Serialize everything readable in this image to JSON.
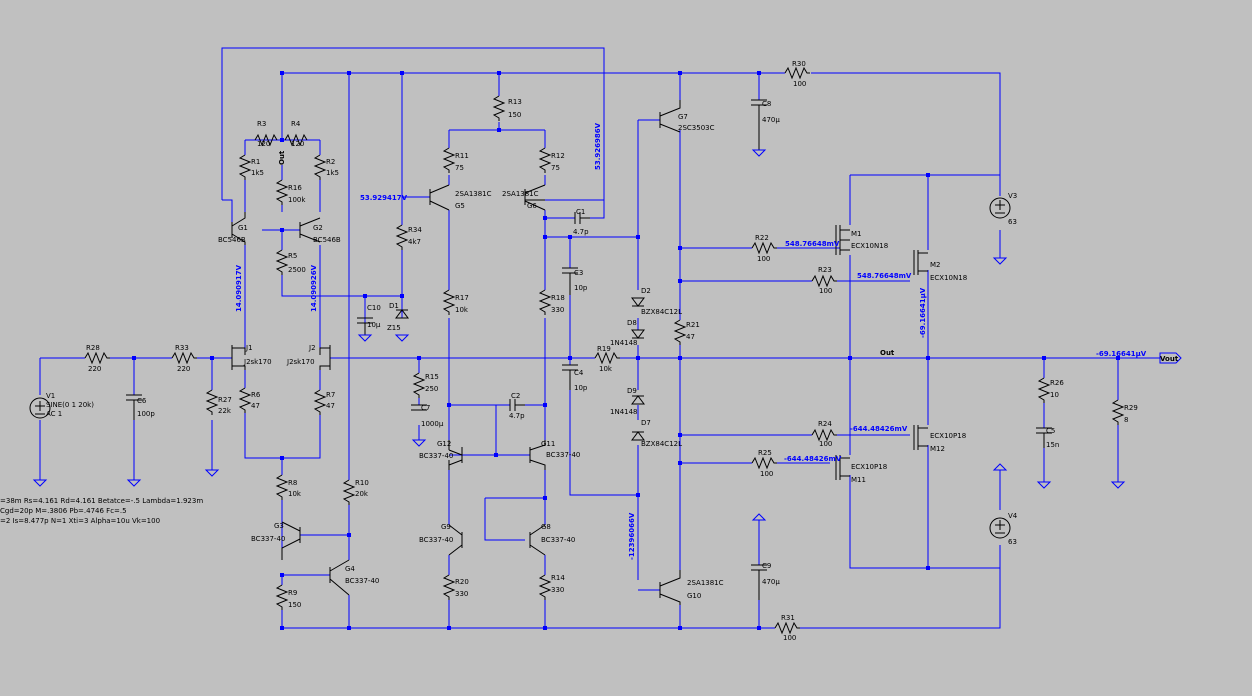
{
  "schematic": {
    "resistors": [
      {
        "ref": "R1",
        "value": "1k5"
      },
      {
        "ref": "R2",
        "value": "1k5"
      },
      {
        "ref": "R3",
        "value": "120"
      },
      {
        "ref": "R4",
        "value": "120"
      },
      {
        "ref": "R5",
        "value": "2500"
      },
      {
        "ref": "R6",
        "value": "47"
      },
      {
        "ref": "R7",
        "value": "47"
      },
      {
        "ref": "R8",
        "value": "10k"
      },
      {
        "ref": "R9",
        "value": "150"
      },
      {
        "ref": "R10",
        "value": "20k"
      },
      {
        "ref": "R11",
        "value": "75"
      },
      {
        "ref": "R12",
        "value": "75"
      },
      {
        "ref": "R13",
        "value": "150"
      },
      {
        "ref": "R14",
        "value": "330"
      },
      {
        "ref": "R15",
        "value": "250"
      },
      {
        "ref": "R16",
        "value": "100k"
      },
      {
        "ref": "R17",
        "value": "10k"
      },
      {
        "ref": "R18",
        "value": "330"
      },
      {
        "ref": "R19",
        "value": "10k"
      },
      {
        "ref": "R20",
        "value": "330"
      },
      {
        "ref": "R21",
        "value": "47"
      },
      {
        "ref": "R22",
        "value": "100"
      },
      {
        "ref": "R23",
        "value": "100"
      },
      {
        "ref": "R24",
        "value": "100"
      },
      {
        "ref": "R25",
        "value": "100"
      },
      {
        "ref": "R26",
        "value": "10"
      },
      {
        "ref": "R27",
        "value": "22k"
      },
      {
        "ref": "R28",
        "value": "220"
      },
      {
        "ref": "R29",
        "value": "8"
      },
      {
        "ref": "R30",
        "value": "100"
      },
      {
        "ref": "R31",
        "value": "100"
      },
      {
        "ref": "R33",
        "value": "220"
      },
      {
        "ref": "R34",
        "value": "4k7"
      }
    ],
    "capacitors": [
      {
        "ref": "C1",
        "value": "4.7p"
      },
      {
        "ref": "C2",
        "value": "4.7p"
      },
      {
        "ref": "C3",
        "value": "10p"
      },
      {
        "ref": "C4",
        "value": "10p"
      },
      {
        "ref": "C5",
        "value": "15n"
      },
      {
        "ref": "C6",
        "value": "100p"
      },
      {
        "ref": "C7",
        "value": "1000µ"
      },
      {
        "ref": "C8",
        "value": "470µ"
      },
      {
        "ref": "C9",
        "value": "470µ"
      },
      {
        "ref": "C10",
        "value": "10µ"
      }
    ],
    "diodes": [
      {
        "ref": "D1",
        "value": "Z15"
      },
      {
        "ref": "D2",
        "value": "BZX84C12L"
      },
      {
        "ref": "D8",
        "value": "1N4148"
      },
      {
        "ref": "D9",
        "value": "1N4148"
      },
      {
        "ref": "D7",
        "value": "BZX84C12L"
      }
    ],
    "transistors": [
      {
        "ref": "G1",
        "value": "BC546B"
      },
      {
        "ref": "G2",
        "value": "BC546B"
      },
      {
        "ref": "G3",
        "value": "BC337-40"
      },
      {
        "ref": "G4",
        "value": "BC337-40"
      },
      {
        "ref": "G5",
        "value": "2SA1381C"
      },
      {
        "ref": "G6",
        "value": "2SA1381C"
      },
      {
        "ref": "G7",
        "value": "2SC3503C"
      },
      {
        "ref": "G8",
        "value": "BC337-40"
      },
      {
        "ref": "G9",
        "value": "BC337-40"
      },
      {
        "ref": "G10",
        "value": "2SA1381C"
      },
      {
        "ref": "G11",
        "value": "BC337-40"
      },
      {
        "ref": "G12",
        "value": "BC337-40"
      },
      {
        "ref": "J1",
        "value": "J2sk170"
      },
      {
        "ref": "J2",
        "value": "J2sk170"
      },
      {
        "ref": "M1",
        "value": "ECX10N18"
      },
      {
        "ref": "M2",
        "value": "ECX10N18"
      },
      {
        "ref": "M12",
        "value": "ECX10P18"
      },
      {
        "ref": "M11",
        "value": "ECX10P18"
      }
    ],
    "sources": [
      {
        "ref": "V1",
        "value": "SINE(0 1 20k)",
        "ac": "AC 1"
      },
      {
        "ref": "V3",
        "value": "63"
      },
      {
        "ref": "V4",
        "value": "63"
      }
    ],
    "voltages": {
      "v1": "53.929417V",
      "v2": "53.926986V",
      "v3": "14.090917V",
      "v4": "14.090926V",
      "v5": "548.76648mV",
      "v6": "548.76648mV",
      "v7": "-644.48426mV",
      "v8": "-644.48426mV",
      "v9": "-69.16641µV",
      "v10": "-69.16641µV",
      "v11": "-12396066V"
    },
    "nets": {
      "out_top": "Out",
      "out_mid": "Out",
      "vout": "Vout"
    },
    "model_text": [
      "=38m Rs=4.161 Rd=4.161 Betatce=-.5 Lambda=1.923m",
      "Cgd=20p M=.3806 Pb=.4746 Fc=.5",
      "=2 Is=8.477p N=1 Xti=3 Alpha=10u Vk=100"
    ]
  }
}
